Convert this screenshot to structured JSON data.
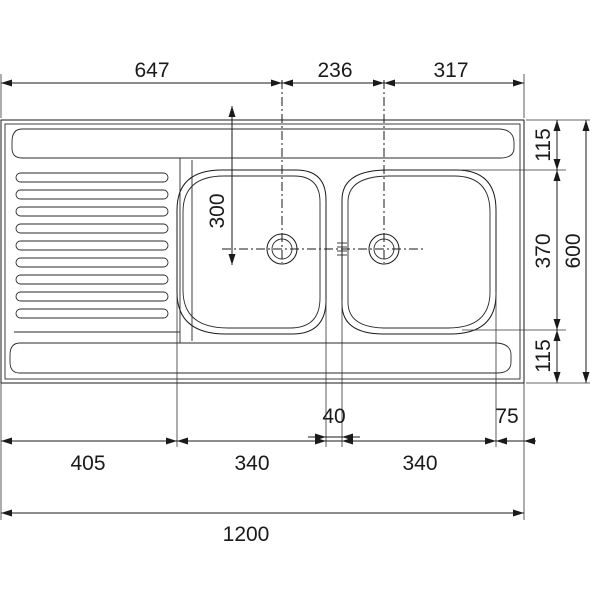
{
  "drawing": {
    "top_dims": [
      "647",
      "236",
      "317"
    ],
    "right_dims": [
      "115",
      "370",
      "115",
      "600"
    ],
    "inner_dims": {
      "depth": "300",
      "gap": "40",
      "rim": "75"
    },
    "bottom_dims": [
      "405",
      "340",
      "340"
    ],
    "overall_width": "1200"
  }
}
